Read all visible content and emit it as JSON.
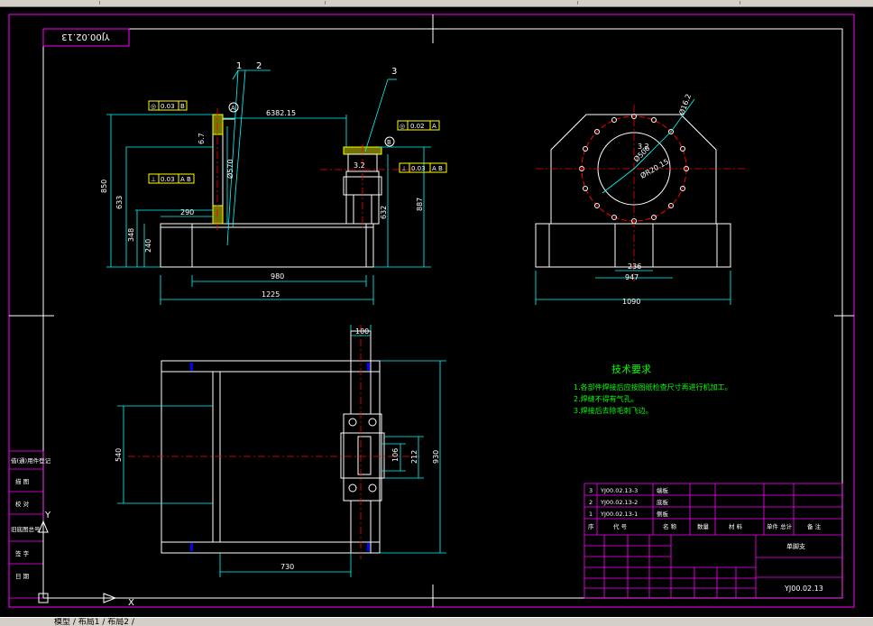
{
  "status_text": "模型 / 布局1 / 布局2 /",
  "stamp": "YJ00.02.13",
  "drawing_no": "YJ00.02.13",
  "title_name": "单脚支",
  "dims": {
    "d6382": "6382.15",
    "d850": "850",
    "d633": "633",
    "d348": "348",
    "d240": "240",
    "d290": "290",
    "d980": "980",
    "d1225": "1225",
    "d632": "632",
    "d887": "887",
    "d570": "Ø570",
    "d67": "6.7",
    "d100": "100",
    "d212": "212",
    "d930": "930",
    "d540": "540",
    "d730": "730",
    "d106": "106",
    "d236": "236",
    "d947": "947",
    "d1090": "1090",
    "d162": "Ø16.2",
    "d32": "3.2",
    "d32b": "3.2",
    "d500": "Ø500",
    "dr": "ØR20.15"
  },
  "balloons": [
    "1",
    "2",
    "3"
  ],
  "datums": [
    "A",
    "B"
  ],
  "gdt": [
    {
      "sym": "◎",
      "val": "0.03",
      "ref": "B"
    },
    {
      "sym": "◎",
      "val": "0.02",
      "ref": "A"
    },
    {
      "sym": "⊥",
      "val": "0.03",
      "ref": "A B"
    },
    {
      "sym": "⊥",
      "val": "0.03",
      "ref": "A B"
    }
  ],
  "notes": {
    "title": "技术要求",
    "lines": [
      "1.各部件焊接后应按图纸检查尺寸再进行机加工。",
      "2.焊缝不得有气孔。",
      "3.焊接后去除毛刺飞边。"
    ]
  },
  "parts": [
    {
      "no": "3",
      "code": "YJ00.02.13-3",
      "name": "端板"
    },
    {
      "no": "2",
      "code": "YJ00.02.13-2",
      "name": "底板"
    },
    {
      "no": "1",
      "code": "YJ00.02.13-1",
      "name": "侧板"
    }
  ],
  "parts_header": [
    "序",
    "代 号",
    "名 称",
    "数量",
    "材 料",
    "单件 总计",
    "备 注"
  ],
  "left_strip": [
    "借(通)用件登记",
    "描 图",
    "校 对",
    "旧底图总号",
    "签 字",
    "日 期"
  ],
  "ucs": {
    "x": "X",
    "y": "Y"
  },
  "colors": {
    "background": "#000000",
    "frame": "#ff00ff",
    "geometry": "#ffffff",
    "dimension": "#00ffff",
    "centerline": "#ff0000",
    "notes": "#00ff00",
    "hatch": "#ffff00"
  }
}
